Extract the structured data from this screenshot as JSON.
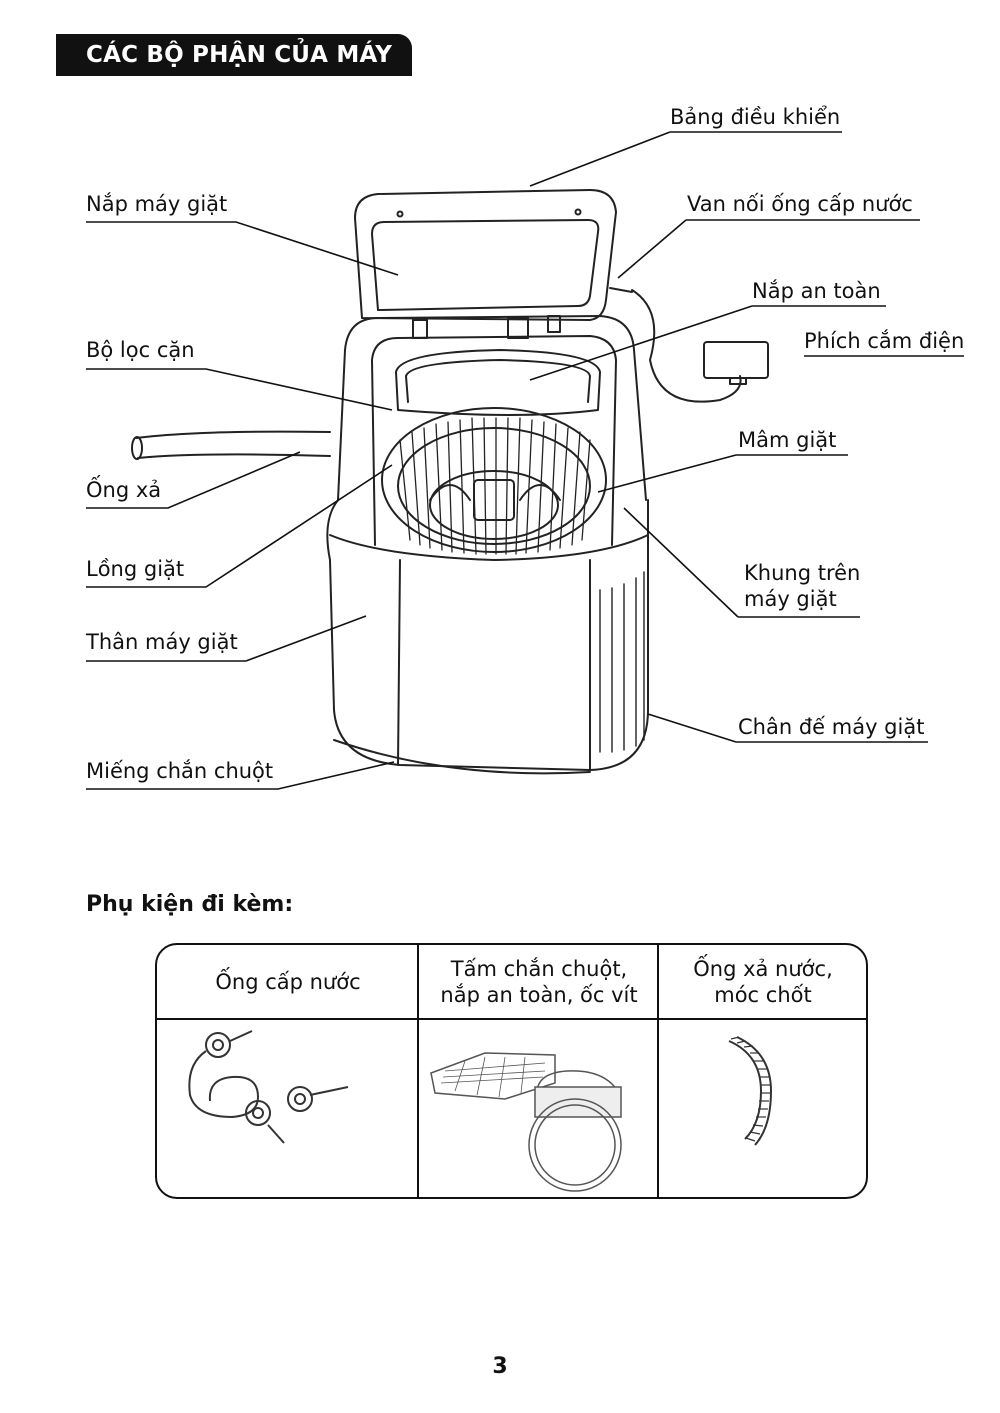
{
  "header": {
    "title": "CÁC BỘ PHẬN CỦA MÁY"
  },
  "parts": {
    "control_panel": "Bảng điều khiển",
    "lid": "Nắp máy giặt",
    "water_inlet_valve": "Van nối ống cấp nước",
    "safety_cover": "Nắp an toàn",
    "power_plug": "Phích cắm điện",
    "lint_filter": "Bộ lọc cặn",
    "pulsator": "Mâm giặt",
    "drain_hose": "Ống xả",
    "drum": "Lồng giặt",
    "top_frame_line1": "Khung trên",
    "top_frame_line2": "máy giặt",
    "body": "Thân máy giặt",
    "base": "Chân đế máy giặt",
    "rat_guard": "Miếng chắn chuột"
  },
  "accessories": {
    "title": "Phụ kiện đi kèm:",
    "columns": [
      {
        "line1": "Ống cấp nước",
        "line2": ""
      },
      {
        "line1": "Tấm chắn chuột,",
        "line2": "nắp an toàn, ốc vít"
      },
      {
        "line1": "Ống xả nước,",
        "line2": "móc chốt"
      }
    ]
  },
  "page_number": "3"
}
